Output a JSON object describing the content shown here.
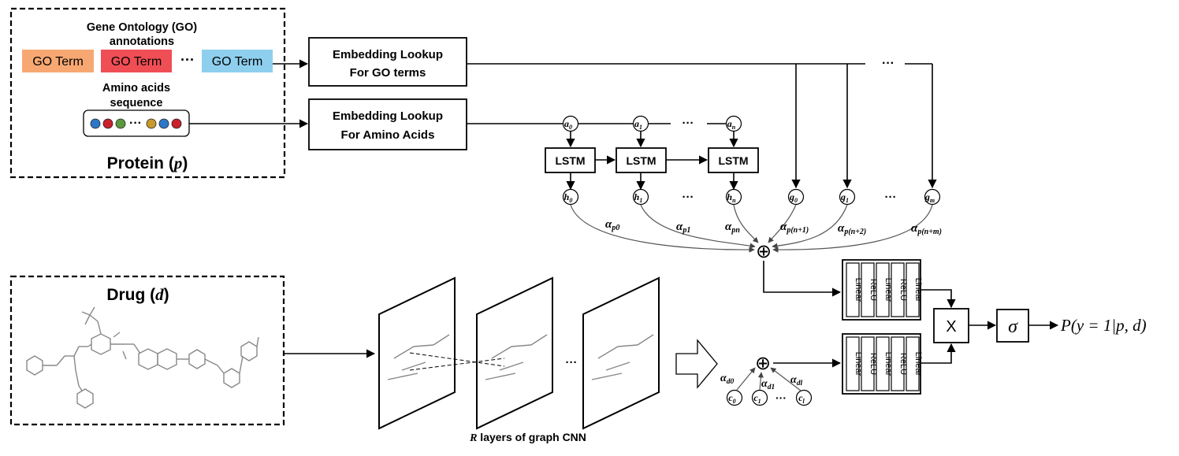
{
  "protein": {
    "go_header_line1": "Gene Ontology (GO)",
    "go_header_line2": "annotations",
    "go_terms": [
      {
        "label": "GO Term",
        "color": "#F7A872"
      },
      {
        "label": "GO Term",
        "color": "#F04E55"
      },
      {
        "label": "GO Term",
        "color": "#8FCFEE"
      }
    ],
    "go_ellipsis": "···",
    "aa_header_line1": "Amino acids",
    "aa_header_line2": "sequence",
    "aa_dot_colors": [
      "#2E77C6",
      "#C8202C",
      "#5A9A3C",
      "#C89A2E",
      "#2E77C6",
      "#C8202C"
    ],
    "aa_ellipsis": "···",
    "title_text": "Protein (",
    "title_var": "p",
    "title_close": ")"
  },
  "embed_go": {
    "line1": "Embedding Lookup",
    "line2": "For GO terms"
  },
  "embed_aa": {
    "line1": "Embedding Lookup",
    "line2": "For Amino Acids"
  },
  "lstm": {
    "label": "LSTM",
    "inputs": [
      "a",
      "a",
      "a"
    ],
    "input_subs": [
      "0",
      "1",
      "n"
    ],
    "hidden": [
      "h",
      "h",
      "h"
    ],
    "hidden_subs": [
      "0",
      "1",
      "n"
    ],
    "ellipsis": "···"
  },
  "go_nodes": {
    "labels": [
      "g",
      "g",
      "g"
    ],
    "subs": [
      "0",
      "1",
      "m"
    ],
    "ellipsis": "···",
    "top_ellipsis": "···"
  },
  "protein_attention": [
    "α",
    "α",
    "α",
    "α",
    "α",
    "α"
  ],
  "protein_attention_subs": [
    "p0",
    "p1",
    "pn",
    "p(n+1)",
    "p(n+2)",
    "p(n+m)"
  ],
  "sum_symbol": "⊕",
  "mlp_layers": [
    "Linear",
    "ReLU",
    "Linear",
    "ReLU",
    "Linear"
  ],
  "multiply_symbol": "X",
  "sigmoid_symbol": "σ",
  "output_label": "P(y = 1|p, d)",
  "drug": {
    "title_text": "Drug (",
    "title_var": "d",
    "title_close": ")"
  },
  "graph_cnn": {
    "caption_var": "R",
    "caption_text": " layers of graph CNN",
    "ellipsis": "···"
  },
  "drug_nodes": {
    "labels": [
      "c",
      "c",
      "c"
    ],
    "subs": [
      "0",
      "1",
      "l"
    ],
    "ellipsis": "···",
    "attention": [
      "α",
      "α",
      "α"
    ],
    "attention_subs": [
      "d0",
      "d1",
      "dl"
    ]
  }
}
